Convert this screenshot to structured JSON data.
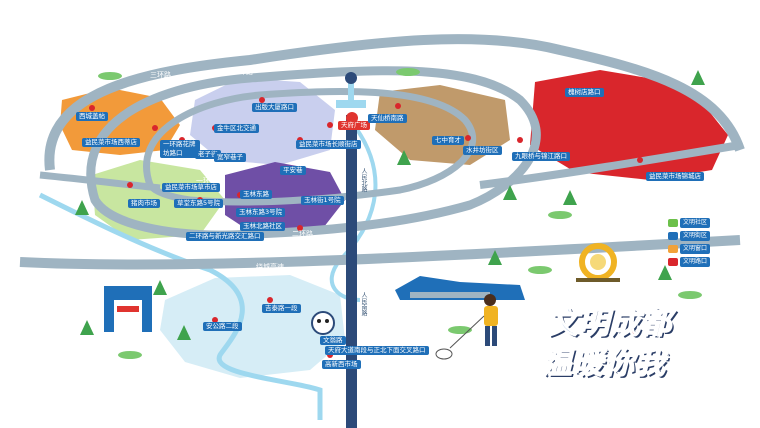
{
  "roads": {
    "ring3": "三环路",
    "ring2": "二环路",
    "ring1": "一环路",
    "intercity": "绕城高速",
    "renmin_north": "人民北路",
    "renmin_south": "人民南路"
  },
  "labels": {
    "xichengguanfu": "西城盖帖",
    "yimin_xi": "益民菜市场西蒂店",
    "yijie": "一环路花牌坊路口",
    "chuxia": "出版大厦路口",
    "jinshan": "金牛区北交通",
    "tianxian": "天仙桥南路",
    "qizhong": "七中育才",
    "shuijing": "水井坊街区",
    "jiuyan": "九眼桥与锦江路口",
    "meishan": "槐树店路口",
    "yimin_dong": "益民菜市场锦城店",
    "kuan": "宽窄巷子",
    "yimin_mu": "益民菜市场草市店",
    "zhuyuan": "猪肉市场",
    "caoshi": "草堂东路5号院",
    "yulin_dong": "玉林东路",
    "yulin_xi": "玉林东路3号院",
    "yulin1": "玉林街1号院",
    "yulin_bei": "玉林北路社区",
    "erhuan": "二环路与新光路交汇路口",
    "yimin_changshun": "益民菜市场长顺街店",
    "tianfu": "天府广场",
    "wenweng": "文翁路",
    "anzhu": "安公路二段",
    "xuyue": "吉泰路一段",
    "tianfu_da": "天府大道南段与正北下面交叉路口",
    "gaoxin": "高新西市场",
    "laozi": "老子街",
    "pingan": "平安巷"
  },
  "legend": {
    "title": "图例",
    "items": [
      {
        "label": "文明社区",
        "color": "#6cc04a"
      },
      {
        "label": "文明街区",
        "color": "#1f6fb8"
      },
      {
        "label": "文明窗口",
        "color": "#f2a23a"
      },
      {
        "label": "文明路口",
        "color": "#d9262c"
      }
    ]
  },
  "slogan": {
    "line1a": "文明",
    "line1b": "成都",
    "line2": "温暖你我",
    "color_blue": "#1e63b8",
    "color_red": "#e0342f"
  },
  "colors": {
    "road": "#9fb4c2",
    "core_road": "#2c4a79",
    "river": "#9ed8ef",
    "zone_orange": "#f29a3a",
    "zone_red": "#d9262c",
    "zone_purple": "#6f4fa6",
    "zone_brown": "#c09a6b",
    "zone_green": "#c8e6a0",
    "zone_lavender": "#c9cfee",
    "zone_lightblue": "#d6edf6"
  }
}
